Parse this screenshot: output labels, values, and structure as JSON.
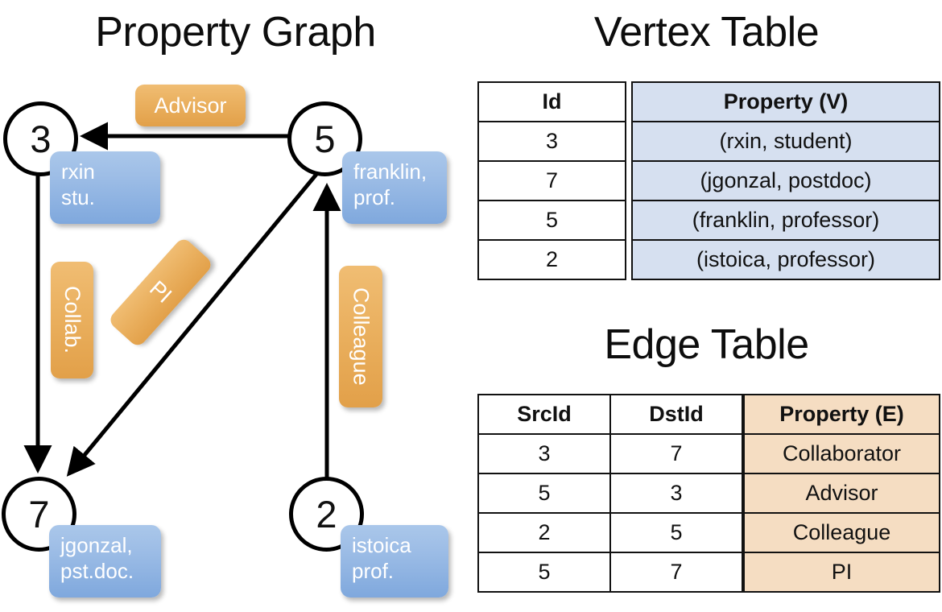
{
  "titles": {
    "graph": "Property Graph",
    "vertex_table": "Vertex Table",
    "edge_table": "Edge Table"
  },
  "colors": {
    "vertex_fill": "#d6e0f0",
    "edge_fill": "#f5ddc2",
    "node_property_box": "#7fa8dd",
    "edge_label_box": "#e2a049",
    "stroke": "#000000"
  },
  "graph": {
    "nodes": [
      {
        "id": "3",
        "property_lines": [
          "rxin",
          "stu."
        ]
      },
      {
        "id": "5",
        "property_lines": [
          "franklin,",
          "prof."
        ]
      },
      {
        "id": "7",
        "property_lines": [
          "jgonzal,",
          "pst.doc."
        ]
      },
      {
        "id": "2",
        "property_lines": [
          "istoica",
          "prof."
        ]
      }
    ],
    "edges": [
      {
        "label": "Advisor",
        "src": "5",
        "dst": "3"
      },
      {
        "label": "Collab.",
        "src": "3",
        "dst": "7"
      },
      {
        "label": "PI",
        "src": "5",
        "dst": "7"
      },
      {
        "label": "Colleague",
        "src": "2",
        "dst": "5"
      }
    ]
  },
  "vertex_table": {
    "headers": {
      "id": "Id",
      "property": "Property (V)"
    },
    "rows": [
      {
        "id": "3",
        "property": "(rxin, student)"
      },
      {
        "id": "7",
        "property": "(jgonzal, postdoc)"
      },
      {
        "id": "5",
        "property": "(franklin, professor)"
      },
      {
        "id": "2",
        "property": "(istoica, professor)"
      }
    ]
  },
  "edge_table": {
    "headers": {
      "src": "SrcId",
      "dst": "DstId",
      "property": "Property (E)"
    },
    "rows": [
      {
        "src": "3",
        "dst": "7",
        "property": "Collaborator"
      },
      {
        "src": "5",
        "dst": "3",
        "property": "Advisor"
      },
      {
        "src": "2",
        "dst": "5",
        "property": "Colleague"
      },
      {
        "src": "5",
        "dst": "7",
        "property": "PI"
      }
    ]
  }
}
